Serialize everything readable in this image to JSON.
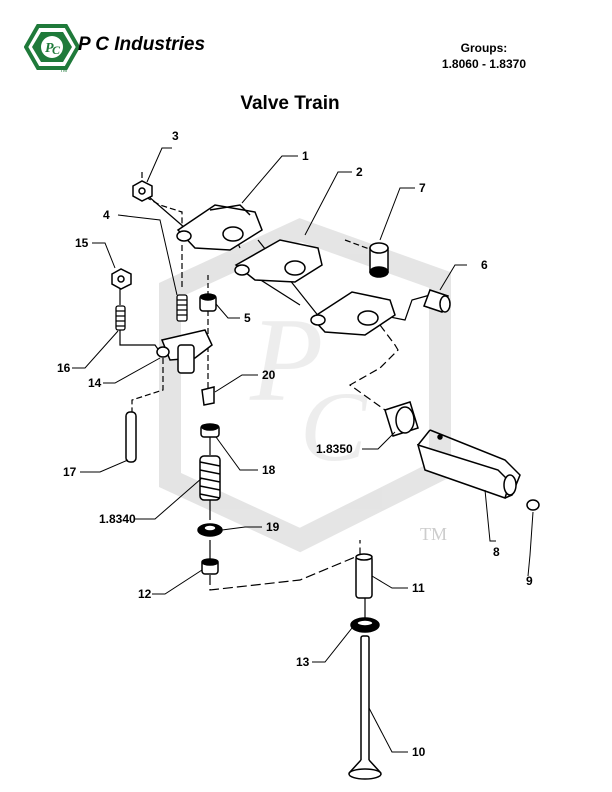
{
  "header": {
    "brand": "P C Industries",
    "logo_letters": "PC",
    "logo_tm": "TM",
    "groups_label": "Groups:",
    "groups_range": "1.8060 - 1.8370"
  },
  "title": "Valve Train",
  "watermark": {
    "tm": "TM"
  },
  "callouts": {
    "c1": "1",
    "c2": "2",
    "c3": "3",
    "c4": "4",
    "c5": "5",
    "c6": "6",
    "c7": "7",
    "c8": "8",
    "c9": "9",
    "c10": "10",
    "c11": "11",
    "c12": "12",
    "c13": "13",
    "c14": "14",
    "c15": "15",
    "c16": "16",
    "c17": "17",
    "c18": "18",
    "c19": "19",
    "c20": "20",
    "c18350": "1.8350",
    "c18340": "1.8340"
  },
  "colors": {
    "brand_green": "#1f7a3a",
    "watermark": "#d9d9d9",
    "ink": "#000000"
  }
}
